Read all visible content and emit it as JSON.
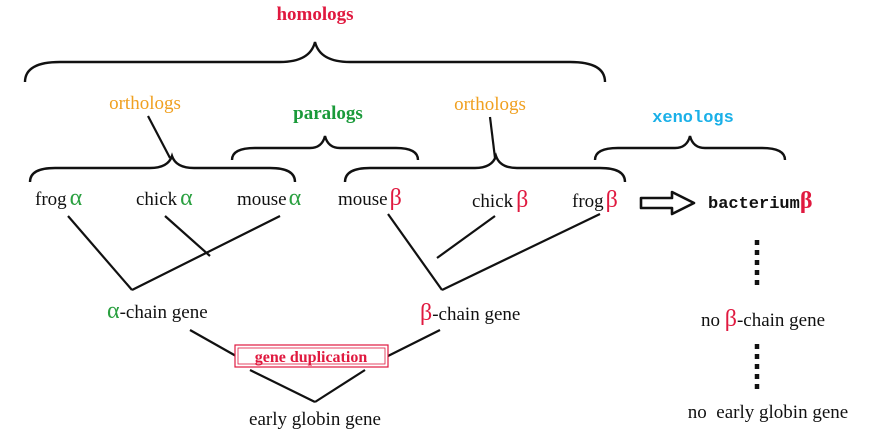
{
  "colors": {
    "homolog": "#e0193f",
    "ortholog": "#f0a020",
    "paralog": "#1a9a3a",
    "xenolog": "#1ab0e8",
    "alpha": "#2aa040",
    "beta": "#e0193f"
  },
  "labels": {
    "homologs": "homologs",
    "orthologs_left": "orthologs",
    "paralogs": "paralogs",
    "orthologs_right": "orthologs",
    "xenologs": "xenologs"
  },
  "species": [
    {
      "name": "frog",
      "greek": "α"
    },
    {
      "name": "chick",
      "greek": "α"
    },
    {
      "name": "mouse",
      "greek": "α"
    },
    {
      "name": "mouse",
      "greek": "β"
    },
    {
      "name": "chick",
      "greek": "β"
    },
    {
      "name": "frog",
      "greek": "β"
    }
  ],
  "bacterium": {
    "name": "bacterium",
    "greek": "β"
  },
  "genes": {
    "alpha_greek": "α",
    "alpha_chain": "-chain gene",
    "beta_greek": "β",
    "beta_chain": "-chain gene",
    "duplication": "gene duplication",
    "early": "early globin gene",
    "no_beta_prefix": "no ",
    "no_beta_greek": "β",
    "no_beta_suffix": "-chain gene",
    "no_early": "no  early globin gene"
  }
}
